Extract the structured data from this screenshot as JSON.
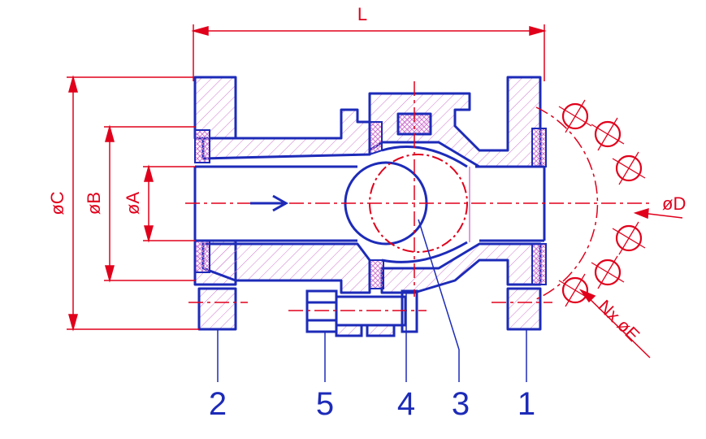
{
  "drawing": {
    "colors": {
      "outline": "#1d2bb8",
      "dimension": "#e0001b",
      "hatch": "#d07ad0",
      "background": "#ffffff"
    },
    "dimension_labels": {
      "length": "L",
      "dia_a": "øA",
      "dia_b": "øB",
      "dia_c": "øC",
      "dia_d": "øD",
      "bolt_note": "Nx øE"
    },
    "parts": [
      {
        "number": "2"
      },
      {
        "number": "5"
      },
      {
        "number": "4"
      },
      {
        "number": "3"
      },
      {
        "number": "1"
      }
    ],
    "icons": {
      "flow_arrow": "flow-direction-arrow-icon"
    }
  }
}
